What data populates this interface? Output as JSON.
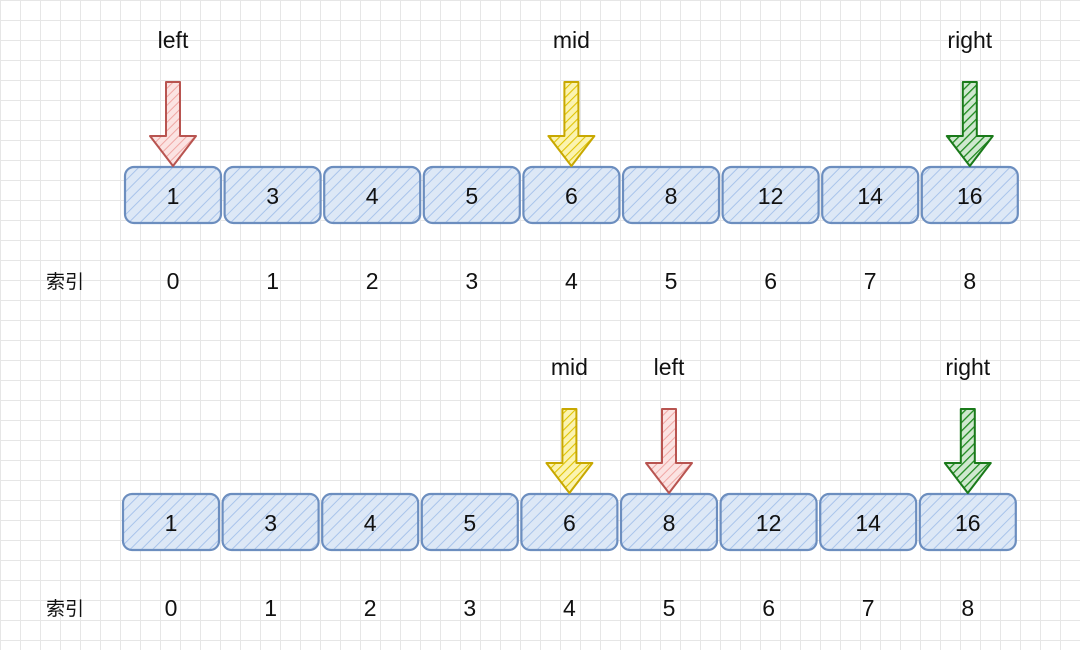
{
  "colors": {
    "cell_stroke": "#6c8ebf",
    "cell_hatch": "#a9c4eb",
    "left_arrow": "#b85450",
    "left_fill": "#f8cecc",
    "mid_arrow": "#c8a800",
    "mid_fill": "#f5e56b",
    "right_arrow": "#1a7a1a",
    "right_fill": "#2e8b2e"
  },
  "steps": [
    {
      "values": [
        "1",
        "3",
        "4",
        "5",
        "6",
        "8",
        "12",
        "14",
        "16"
      ],
      "index_label": "索引",
      "indices": [
        "0",
        "1",
        "2",
        "3",
        "4",
        "5",
        "6",
        "7",
        "8"
      ],
      "pointers": [
        {
          "label": "left",
          "index": 0,
          "kind": "left"
        },
        {
          "label": "mid",
          "index": 4,
          "kind": "mid"
        },
        {
          "label": "right",
          "index": 8,
          "kind": "right"
        }
      ]
    },
    {
      "values": [
        "1",
        "3",
        "4",
        "5",
        "6",
        "8",
        "12",
        "14",
        "16"
      ],
      "index_label": "索引",
      "indices": [
        "0",
        "1",
        "2",
        "3",
        "4",
        "5",
        "6",
        "7",
        "8"
      ],
      "pointers": [
        {
          "label": "mid",
          "index": 4,
          "kind": "mid"
        },
        {
          "label": "left",
          "index": 5,
          "kind": "left"
        },
        {
          "label": "right",
          "index": 8,
          "kind": "right"
        }
      ]
    }
  ]
}
